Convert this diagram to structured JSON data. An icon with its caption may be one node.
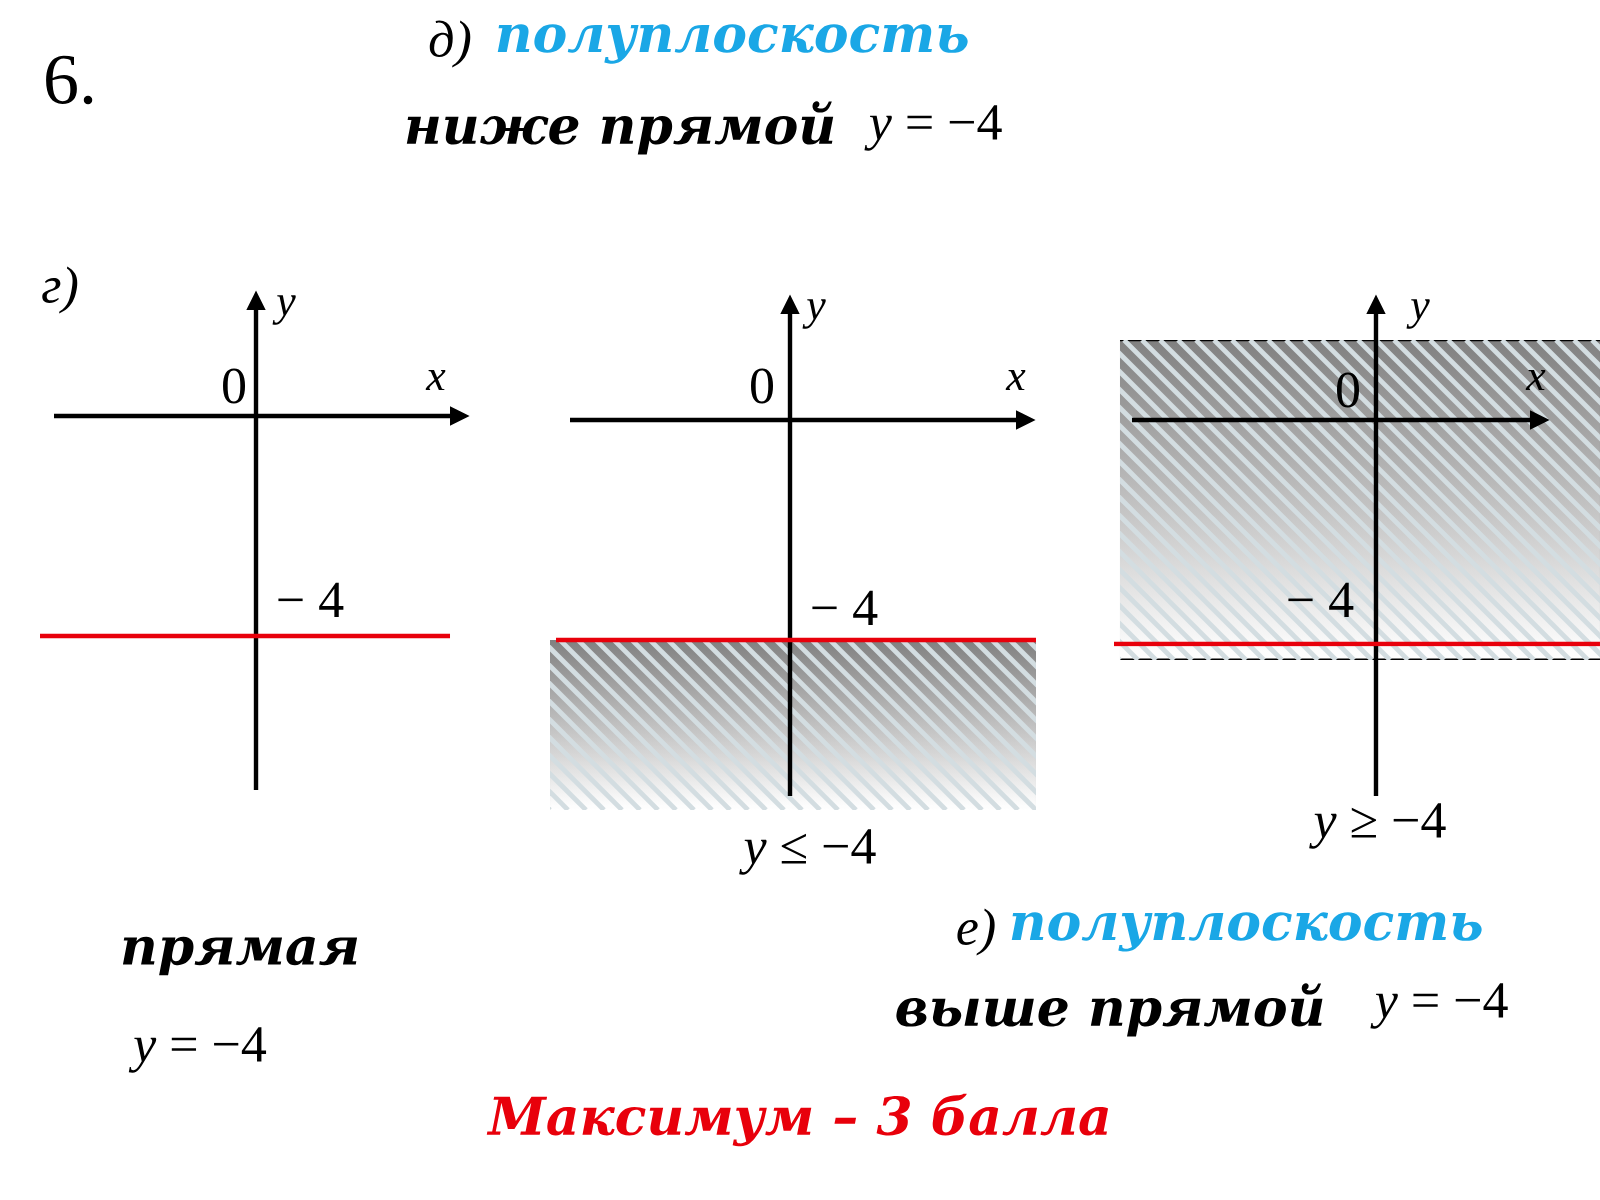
{
  "diagram": {
    "title": "6.",
    "labels": [
      "д)",
      "полуплоскость",
      "ниже прямой",
      "*y* = −4",
      "г)",
      "*y*",
      "0",
      "*x*",
      "− 4",
      "*y*",
      "0",
      "*x*",
      "− 4",
      "*y* ≤ −4",
      "*y*",
      "0",
      "*x*",
      "− 4",
      "*y* ≥ −4",
      "прямая",
      "*y* = −4",
      "е)",
      "полуплоскость",
      "выше прямой",
      "*y* = −4",
      "Максимум – 3 балла"
    ]
  }
}
